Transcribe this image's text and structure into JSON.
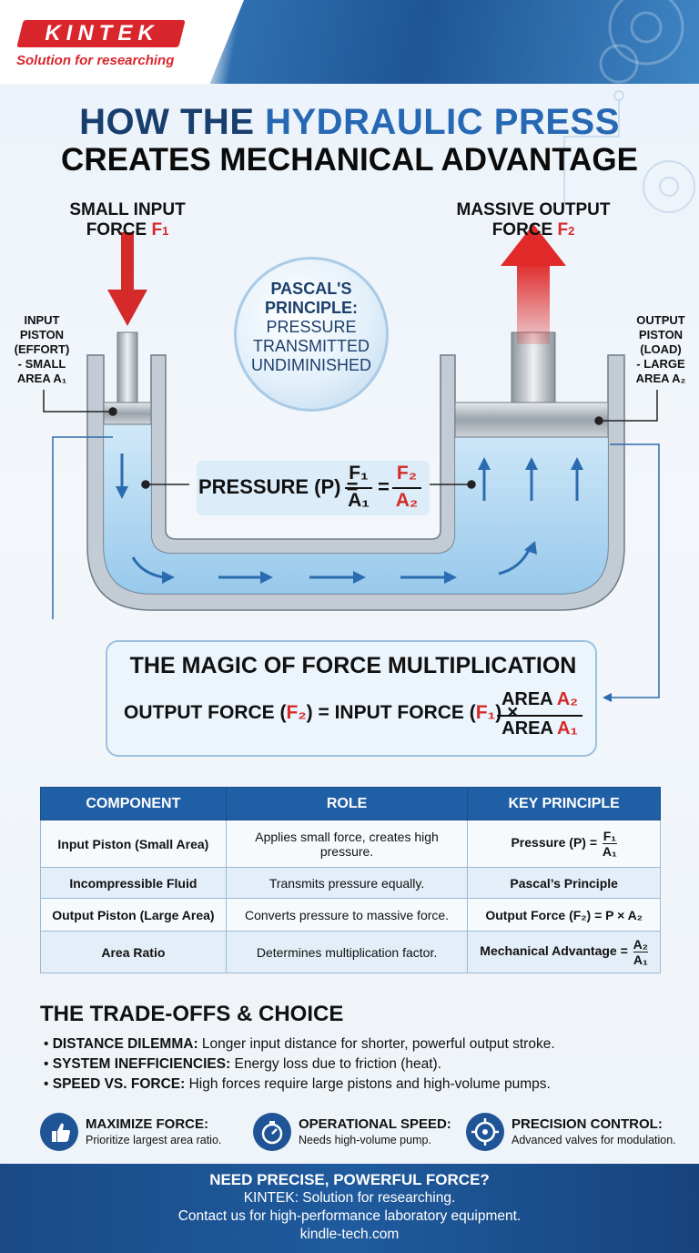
{
  "brand": {
    "logo_text": "KINTEK",
    "tagline": "Solution for researching"
  },
  "title": {
    "line1_pre": "HOW THE ",
    "line1_highlight": "HYDRAULIC PRESS",
    "line2": "CREATES MECHANICAL ADVANTAGE"
  },
  "diagram": {
    "input_force_label_1": "SMALL INPUT",
    "input_force_label_2": "FORCE",
    "input_force_symbol": "F",
    "input_force_sub": "1",
    "output_force_label_1": "MASSIVE OUTPUT",
    "output_force_label_2": "FORCE",
    "output_force_symbol": "F",
    "output_force_sub": "2",
    "input_piston": [
      "INPUT",
      "PISTON",
      "(EFFORT)",
      "- SMALL",
      "AREA A₁"
    ],
    "output_piston": [
      "OUTPUT",
      "PISTON",
      "(LOAD)",
      "- LARGE",
      "AREA A₂"
    ],
    "pascal_head": [
      "PASCAL'S",
      "PRINCIPLE:"
    ],
    "pascal_body": [
      "PRESSURE",
      "TRANSMITTED",
      "UNDIMINISHED"
    ],
    "pressure_label": "PRESSURE (P) =",
    "eq": "=",
    "num1": "F₁",
    "den1": "A₁",
    "num2": "F₂",
    "den2": "A₂"
  },
  "magic": {
    "title": "THE MAGIC OF FORCE MULTIPLICATION",
    "lhs_pre": "OUTPUT FORCE (",
    "lhs_sym": "F₂",
    "lhs_mid": ") = INPUT FORCE (",
    "rhs_sym": "F₁",
    "rhs_post": ") ×",
    "frac_num_pre": "AREA ",
    "frac_num_sym": "A₂",
    "frac_den_pre": "AREA ",
    "frac_den_sym": "A₁"
  },
  "table": {
    "headers": [
      "COMPONENT",
      "ROLE",
      "KEY PRINCIPLE"
    ],
    "rows": [
      {
        "component": "Input Piston (Small Area)",
        "role": "Applies small force, creates high pressure.",
        "principle_pre": "Pressure (P) =",
        "num": "F₁",
        "den": "A₁"
      },
      {
        "component": "Incompressible Fluid",
        "role": "Transmits pressure equally.",
        "principle": "Pascal’s Principle"
      },
      {
        "component": "Output Piston (Large Area)",
        "role": "Converts pressure to massive force.",
        "principle": "Output Force (F₂) = P × A₂"
      },
      {
        "component": "Area Ratio",
        "role": "Determines multiplication factor.",
        "principle_pre": "Mechanical Advantage =",
        "num": "A₂",
        "den": "A₁"
      }
    ]
  },
  "tradeoffs": {
    "title": "THE TRADE-OFFS & CHOICE",
    "items": [
      {
        "head": "DISTANCE DILEMMA:",
        "text": " Longer input distance for shorter, powerful output stroke."
      },
      {
        "head": "SYSTEM INEFFICIENCIES:",
        "text": " Energy loss due to friction (heat)."
      },
      {
        "head": "SPEED VS. FORCE:",
        "text": " High forces require large pistons and high-volume pumps."
      }
    ]
  },
  "features": [
    {
      "icon": "thumbs-up-icon",
      "head": "MAXIMIZE FORCE:",
      "text": "Prioritize largest area ratio."
    },
    {
      "icon": "stopwatch-icon",
      "head": "OPERATIONAL SPEED:",
      "text": "Needs high-volume pump."
    },
    {
      "icon": "crosshair-icon",
      "head": "PRECISION CONTROL:",
      "text": "Advanced valves for modulation."
    }
  ],
  "footer": {
    "headline": "NEED PRECISE, POWERFUL FORCE?",
    "line1": "KINTEK: Solution for researching.",
    "line2": "Contact us for high-performance laboratory equipment.",
    "url": "kindle-tech.com"
  },
  "colors": {
    "accent_blue": "#1f5fa5",
    "accent_red": "#d42a2a",
    "fluid": "#a9d3f0"
  }
}
